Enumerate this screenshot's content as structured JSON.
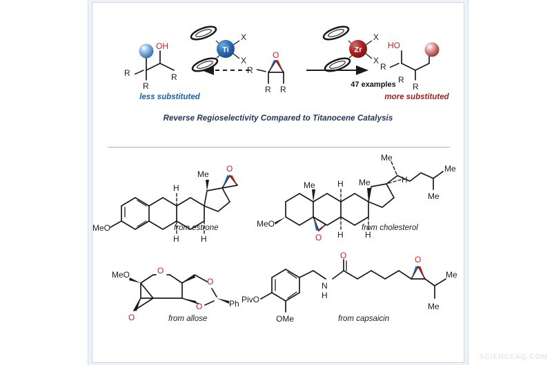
{
  "figure": {
    "watermark": "SCIENCEAQ.COM",
    "caption": "Reverse Regioselectivity Compared to Titanocene Catalysis"
  },
  "scheme": {
    "left_product_label": "less substituted",
    "right_product_label": "more substituted",
    "arrow_label": "47 examples",
    "catalyst_left": {
      "metal": "Ti",
      "ligand_x_1": "X",
      "ligand_x_2": "X",
      "color": "#1f63ad"
    },
    "catalyst_right": {
      "metal": "Zr",
      "ligand_x_1": "X",
      "ligand_x_2": "X",
      "color": "#a11c1c"
    },
    "substrate": {
      "epoxide_o": "O",
      "r_left": "R",
      "r_bottom_left": "R",
      "r_bottom_right": "R"
    },
    "left_product": {
      "oh": "OH",
      "r1": "R",
      "r2": "R",
      "r3": "R",
      "sphere_color": "#3b7fc4"
    },
    "right_product": {
      "ho": "HO",
      "r1": "R",
      "r2": "R",
      "r3": "R",
      "sphere_color": "#b03232"
    }
  },
  "examples": [
    {
      "id": "estrone",
      "caption": "from estrone",
      "labels": [
        "Me",
        "O",
        "H",
        "H",
        "MeO"
      ]
    },
    {
      "id": "cholesterol",
      "caption": "from cholesterol",
      "labels": [
        "Me",
        "Me",
        "Me",
        "H",
        "H",
        "H",
        "Me",
        "Me",
        "MeO",
        "O"
      ]
    },
    {
      "id": "allose",
      "caption": "from allose",
      "labels": [
        "MeO",
        "O",
        "O",
        "O",
        "Ph",
        "O"
      ]
    },
    {
      "id": "capsaicin",
      "caption": "from capsaicin",
      "labels": [
        "PivO",
        "OMe",
        "O",
        "N",
        "H",
        "O",
        "Me",
        "Me"
      ]
    }
  ]
}
